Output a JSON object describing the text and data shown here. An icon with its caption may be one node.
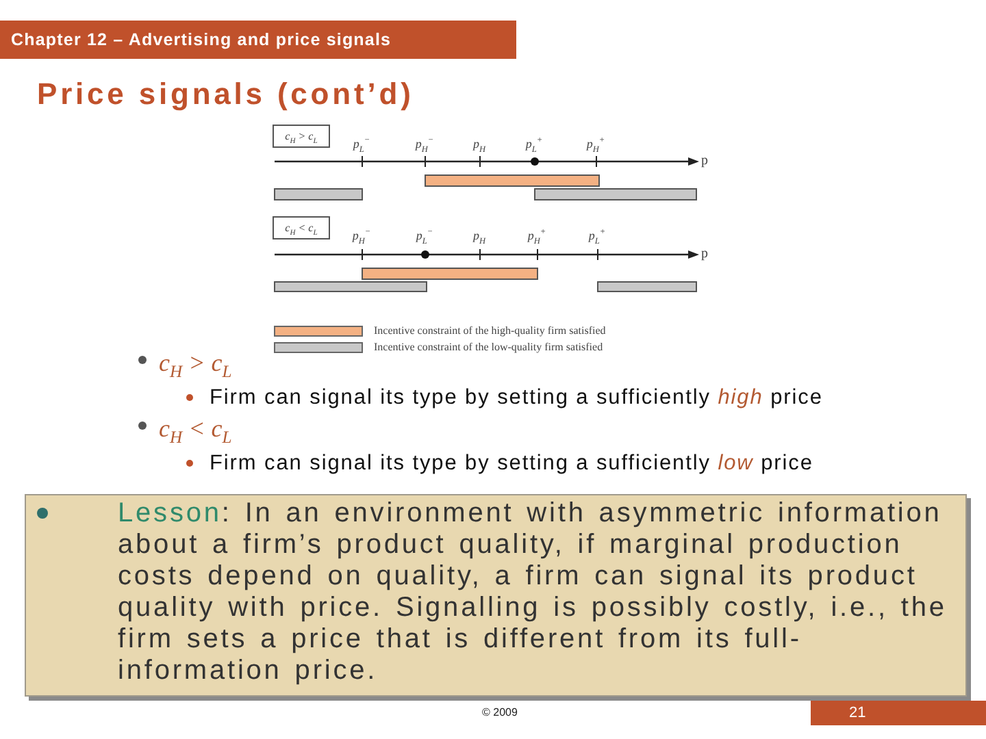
{
  "diagram": {
    "title": "Price signals (cont’d)",
    "nodes": [
      {
        "text": [
          "Chapter 12 – Advertising and price signals"
        ]
      },
      {
        "text": [
          "c$_{H}$ > c$_{L}$"
        ]
      },
      {
        "text": [
          "c$_{H}$ < c$_{L}$"
        ]
      },
      {
        "text": [
          "**Lesson**: In an environment with asymmetric information about a firm’s product quality, if marginal production costs depend on quality, a firm can signal its product quality with price. Signalling is possibly costly, i.e., the firm sets a price that is different from its full-information price."
        ]
      },
      {
        "text": [
          "21"
        ]
      }
    ],
    "labels": [
      "p$_{L}$$^{−}$",
      "p$_{H}$$^{−}$",
      "p$_{H}$",
      "p$_{L}$$^{+}$",
      "p$_{H}$$^{+}$",
      "p",
      "p$_{H}$$^{−}$",
      "p$_{L}$$^{−}$",
      "p$_{H}$",
      "p$_{H}$$^{+}$",
      "p$_{L}$$^{+}$",
      "p",
      "c$_{H}$ > c$_{L}$",
      "Firm can signal its type by setting a sufficiently *high* price",
      "c$_{H}$ < c$_{L}$",
      "Firm can signal its type by setting a sufficiently *low* price",
      "© 2009"
    ],
    "legend": [
      {
        "text": "Incentive constraint of the high-quality firm satisfied",
        "color": "#f4b183"
      },
      {
        "text": "Incentive constraint of the low-quality firm satisfied",
        "color": "#c8c8c8"
      }
    ]
  }
}
